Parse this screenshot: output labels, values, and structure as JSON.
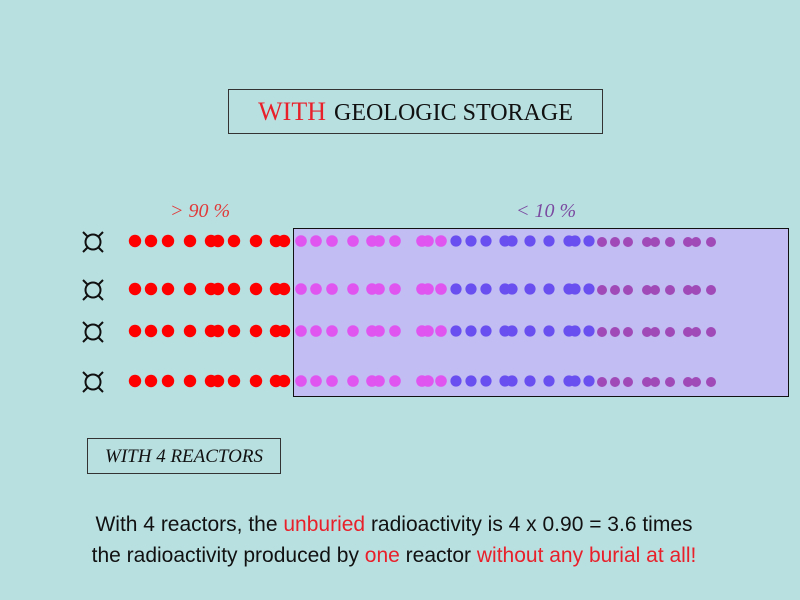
{
  "title": {
    "highlight": "WITH",
    "rest": "GEOLOGIC STORAGE"
  },
  "labels": {
    "unburied_percent": "> 90 %",
    "buried_percent": "< 10 %"
  },
  "reactors": {
    "box_label": "WITH  4  REACTORS",
    "count": 4,
    "icon": "reactor-symbol-icon"
  },
  "caption": {
    "line1": {
      "part1": "With 4 reactors, the ",
      "highlight1": "unburied",
      "part2": " radioactivity is 4 x 0.90 = 3.6 times"
    },
    "line2": {
      "part1": "the radioactivity produced by ",
      "highlight1": "one",
      "part2": " reactor ",
      "highlight2": "without any burial at all!"
    }
  },
  "colors": {
    "background": "#b9e0e1",
    "red_dots": "#ff0000",
    "magenta_dots": "#e055f0",
    "blue_dots": "#6a4ff0",
    "purple_dots": "#a04ab8",
    "storage_fill": "#c2bdf2",
    "accent_text": "#e8202a"
  }
}
